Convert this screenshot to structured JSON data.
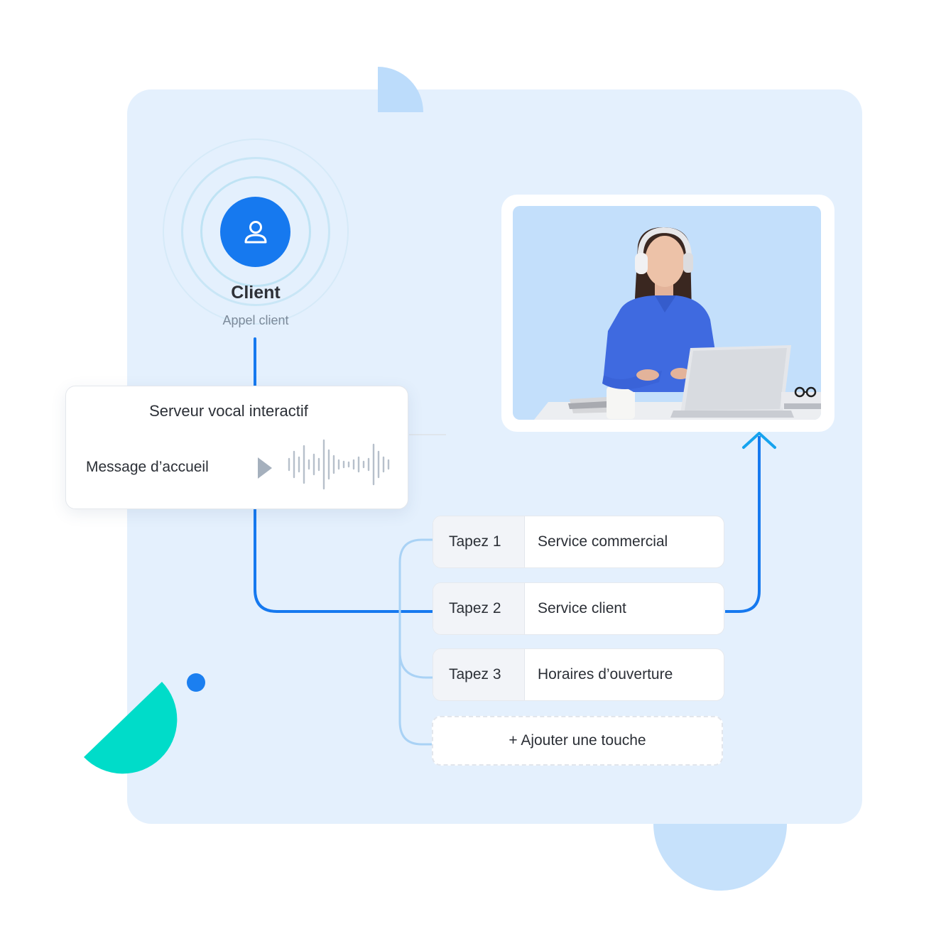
{
  "client": {
    "title": "Client",
    "subtitle": "Appel client",
    "icon": "user-icon"
  },
  "ivr": {
    "title": "Serveur vocal interactif",
    "message_label": "Message d’accueil",
    "play_icon": "play-icon",
    "waveform_icon": "audio-waveform-icon"
  },
  "options": [
    {
      "key": "Tapez 1",
      "label": "Service commercial"
    },
    {
      "key": "Tapez 2",
      "label": "Service client"
    },
    {
      "key": "Tapez 3",
      "label": "Horaires d’ouverture"
    }
  ],
  "add_key_label": "+ Ajouter une touche",
  "photo": {
    "subject": "agent-with-headset-photo"
  },
  "colors": {
    "accent": "#1679ef",
    "panel": "#e4f0fd",
    "teal": "#00dcc9",
    "connector_light": "#a9d2f5",
    "arrow": "#16a3ee"
  }
}
